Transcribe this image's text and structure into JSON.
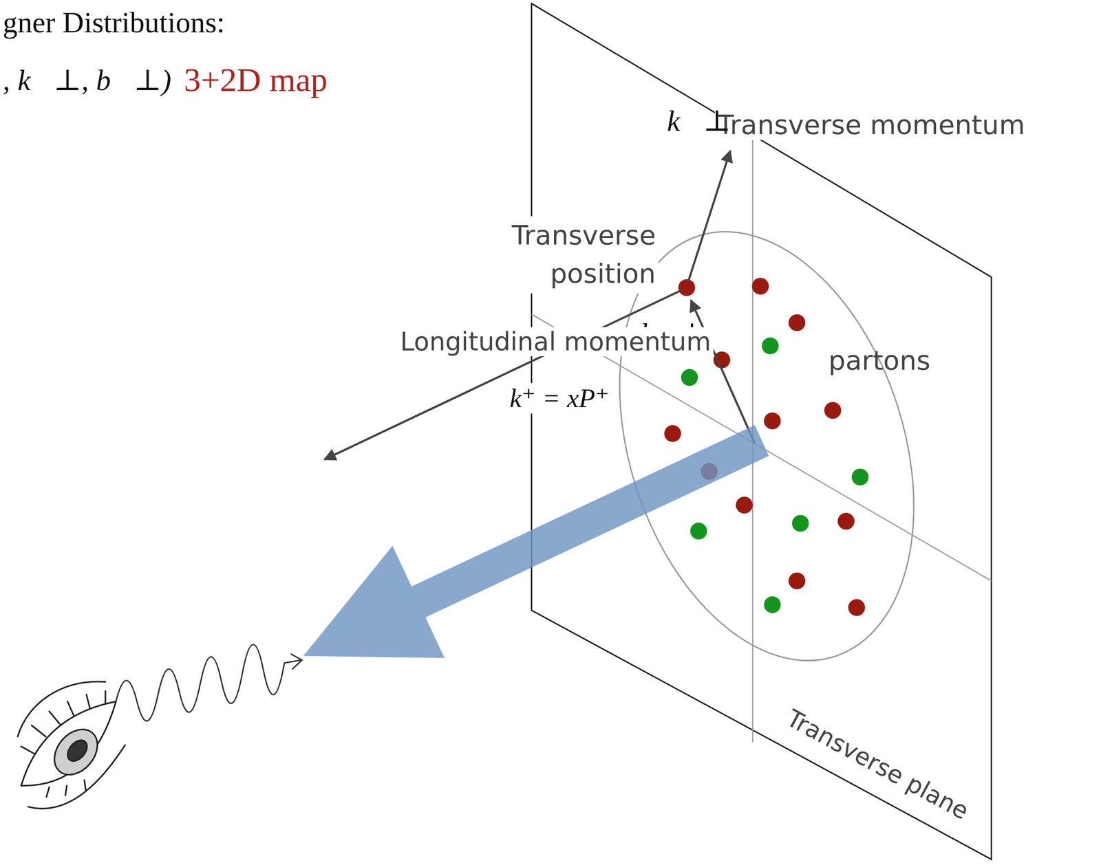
{
  "diagram": {
    "title": "gner Distributions:",
    "labels": [
      ", k⃗⊥, b⃗⊥)",
      "3+2D map",
      "Transverse momentum",
      "k⃗⊥",
      "Transverse position",
      "b⃗⊥",
      "Longitudinal momentum",
      "k⁺ = xP⁺",
      "partons",
      "Transverse plane"
    ]
  }
}
